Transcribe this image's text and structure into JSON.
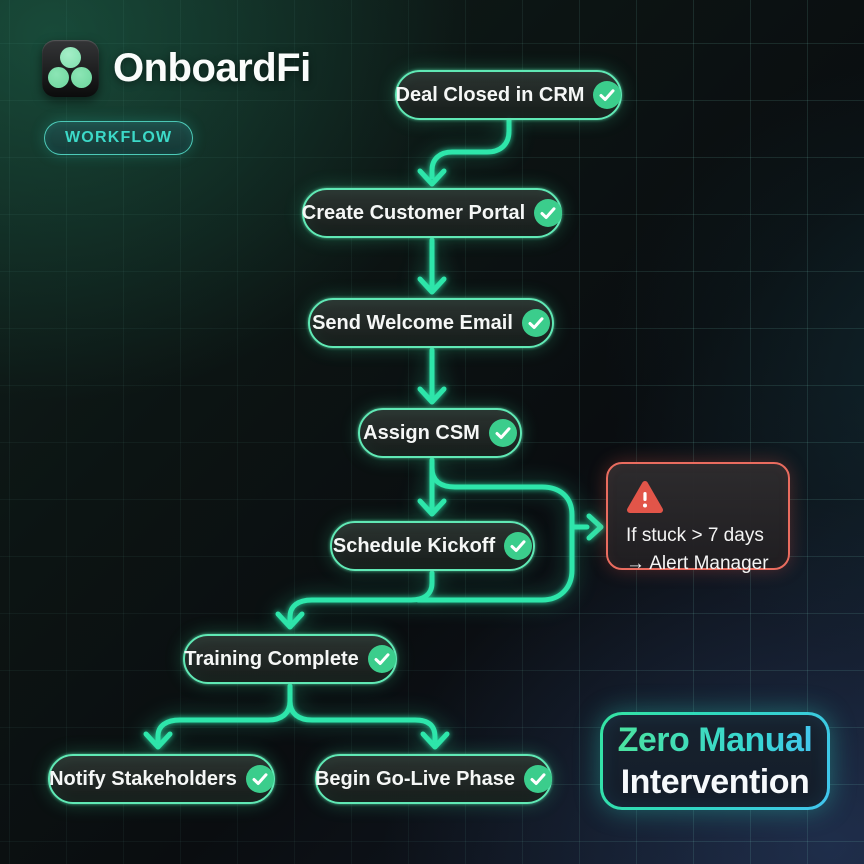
{
  "brand": {
    "name": "OnboardFi",
    "badge": "WORKFLOW",
    "logo_icon": "triple-dot-logo-icon"
  },
  "workflow": {
    "nodes": [
      {
        "id": "deal-closed",
        "label": "Deal Closed in CRM",
        "status": "done"
      },
      {
        "id": "create-portal",
        "label": "Create Customer Portal",
        "status": "done"
      },
      {
        "id": "send-welcome",
        "label": "Send Welcome Email",
        "status": "done"
      },
      {
        "id": "assign-csm",
        "label": "Assign CSM",
        "status": "done"
      },
      {
        "id": "schedule-kickoff",
        "label": "Schedule Kickoff",
        "status": "done"
      },
      {
        "id": "training-complete",
        "label": "Training Complete",
        "status": "done"
      },
      {
        "id": "notify-stakeholders",
        "label": "Notify Stakeholders",
        "status": "done"
      },
      {
        "id": "begin-golive",
        "label": "Begin Go-Live Phase",
        "status": "done"
      }
    ],
    "edges": [
      {
        "from": "deal-closed",
        "to": "create-portal"
      },
      {
        "from": "create-portal",
        "to": "send-welcome"
      },
      {
        "from": "send-welcome",
        "to": "assign-csm"
      },
      {
        "from": "assign-csm",
        "to": "schedule-kickoff"
      },
      {
        "from": "schedule-kickoff",
        "to": "alert-manager",
        "condition": "if stuck > 7 days"
      },
      {
        "from": "schedule-kickoff",
        "to": "training-complete"
      },
      {
        "from": "training-complete",
        "to": "notify-stakeholders"
      },
      {
        "from": "training-complete",
        "to": "begin-golive"
      }
    ],
    "status_icon": "check-circle-icon"
  },
  "alert": {
    "icon": "warning-triangle-icon",
    "line1": "If stuck > 7 days",
    "line2": "→ Alert Manager"
  },
  "callout": {
    "line1": "Zero Manual",
    "line2": "Intervention"
  },
  "colors": {
    "connector": "#2ee6ab",
    "node_border": "#60e9b5",
    "check_fill": "#3bcd8c",
    "alert_border": "#ea6c5f",
    "alert_icon": "#e25549",
    "badge_text": "#3cd9c8",
    "callout_gradient_start": "#35e4a2",
    "callout_gradient_end": "#41c4ef",
    "background": "#0b0f11"
  }
}
